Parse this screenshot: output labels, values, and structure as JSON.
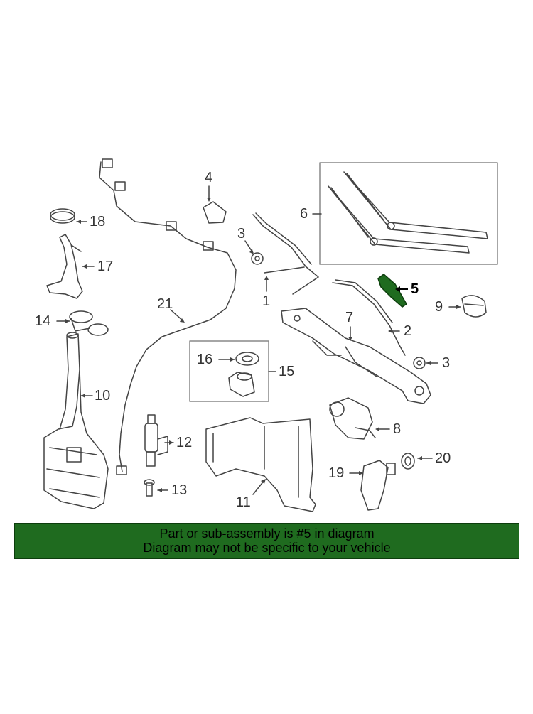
{
  "diagram": {
    "highlight_color": "#1f6b1f",
    "callouts": {
      "c1": "1",
      "c2": "2",
      "c3a": "3",
      "c3b": "3",
      "c4": "4",
      "c5": "5",
      "c6": "6",
      "c7": "7",
      "c8": "8",
      "c9": "9",
      "c10": "10",
      "c11": "11",
      "c12": "12",
      "c13": "13",
      "c14": "14",
      "c15": "15",
      "c16": "16",
      "c17": "17",
      "c18": "18",
      "c19": "19",
      "c20": "20",
      "c21": "21"
    }
  },
  "banner": {
    "line1": "Part or sub-assembly is #5 in diagram",
    "line2": "Diagram may not be specific to your vehicle"
  }
}
